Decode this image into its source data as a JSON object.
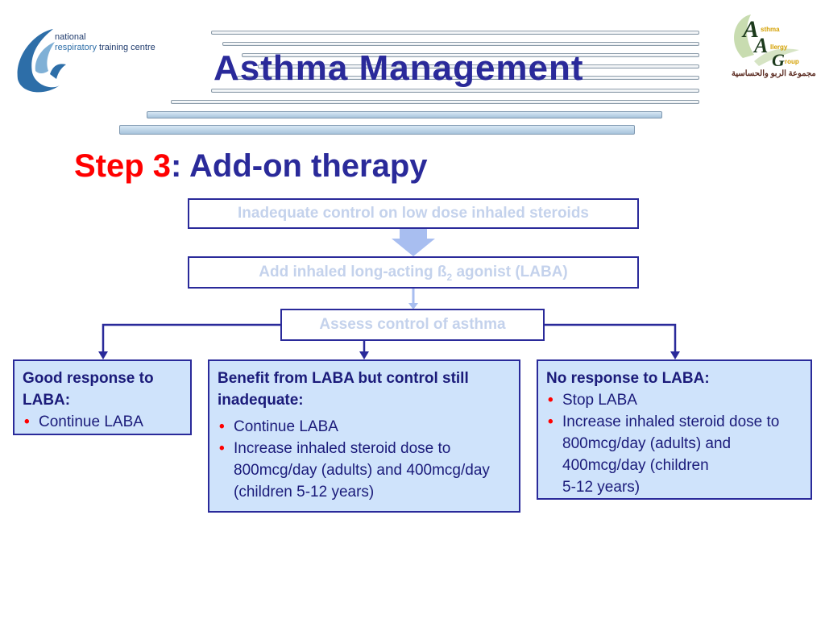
{
  "header": {
    "title": "Asthma Management",
    "logo_left": {
      "line1": "national",
      "line2_a": "respiratory",
      "line2_b": " training centre"
    },
    "logo_right": {
      "letters": [
        "A",
        "A",
        "G"
      ],
      "words": [
        "sthma",
        "llergy",
        "roup"
      ],
      "arabic": "مجموعة الربو والحساسية"
    }
  },
  "subtitle": {
    "step": "Step 3",
    "rest": ": Add-on therapy"
  },
  "flow": {
    "box1": "Inadequate control on low dose inhaled steroids",
    "box2_a": "Add inhaled long-acting ß",
    "box2_sub": "2",
    "box2_b": " agonist (LABA)",
    "box3": "Assess control of asthma"
  },
  "outcomes": {
    "left": {
      "heading": "Good response to LABA:",
      "items": [
        "Continue LABA"
      ]
    },
    "middle": {
      "heading": "Benefit from LABA but control still inadequate:",
      "items": [
        "Continue LABA",
        "Increase inhaled steroid dose to 800mcg/day (adults) and 400mcg/day (children 5-12 years)"
      ]
    },
    "right": {
      "heading": "No response to LABA:",
      "items": [
        "Stop LABA",
        "Increase inhaled steroid dose to 800mcg/day (adults) and 400mcg/day (children",
        "5-12 years)"
      ]
    }
  },
  "colors": {
    "navy": "#2a2a9a",
    "red": "#ff0000",
    "box_fill": "#cfe3fb",
    "faint_text": "#c4d2ec"
  }
}
